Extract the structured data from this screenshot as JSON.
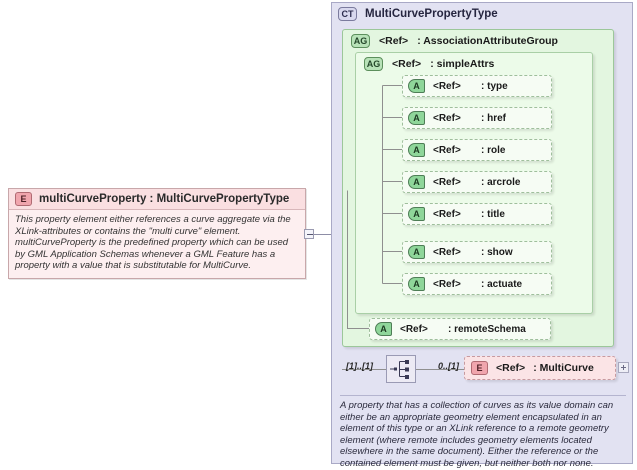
{
  "element": {
    "badge": "E",
    "title": "multiCurveProperty : MultiCurvePropertyType",
    "documentation": "This property element either references a curve aggregate via the XLink-attributes or contains the \"multi curve\" element. multiCurveProperty is the predefined property which can be used by GML Application Schemas whenever a GML Feature has a property with a value that is substitutable for MultiCurve."
  },
  "complex_type": {
    "badge": "CT",
    "title": "MultiCurvePropertyType",
    "documentation": "A property that has a collection of curves as its value domain can either be an appropriate geometry element encapsulated in an element of this type or an XLink reference to a remote geometry element (where remote includes geometry elements located elsewhere in the same document). Either the reference or the contained element must be given, but neither both nor none."
  },
  "attribute_group_assoc": {
    "badge": "AG",
    "ref": "<Ref>",
    "name": ": AssociationAttributeGroup"
  },
  "attribute_group_simple": {
    "badge": "AG",
    "ref": "<Ref>",
    "name": ": simpleAttrs"
  },
  "attributes": [
    {
      "badge": "A",
      "ref": "<Ref>",
      "name": ": type"
    },
    {
      "badge": "A",
      "ref": "<Ref>",
      "name": ": href"
    },
    {
      "badge": "A",
      "ref": "<Ref>",
      "name": ": role"
    },
    {
      "badge": "A",
      "ref": "<Ref>",
      "name": ": arcrole"
    },
    {
      "badge": "A",
      "ref": "<Ref>",
      "name": ": title"
    },
    {
      "badge": "A",
      "ref": "<Ref>",
      "name": ": show"
    },
    {
      "badge": "A",
      "ref": "<Ref>",
      "name": ": actuate"
    }
  ],
  "attribute_remote": {
    "badge": "A",
    "ref": "<Ref>",
    "name": ": remoteSchema"
  },
  "sequence": {
    "cardinality_left": "[1]..[1]",
    "cardinality_right": "0..[1]",
    "icon": "sequence-icon"
  },
  "child_element": {
    "badge": "E",
    "ref": "<Ref>",
    "name": ": MultiCurve",
    "expand": "+"
  },
  "colors": {
    "element_fill": "#fdeff0",
    "element_header": "#fadfe1",
    "complex_type_fill": "#e2e2f2",
    "attr_group_fill": "#e3f6e0",
    "attr_group_inner_fill": "#ecfbe9",
    "attr_fill": "#f6fcf4"
  }
}
